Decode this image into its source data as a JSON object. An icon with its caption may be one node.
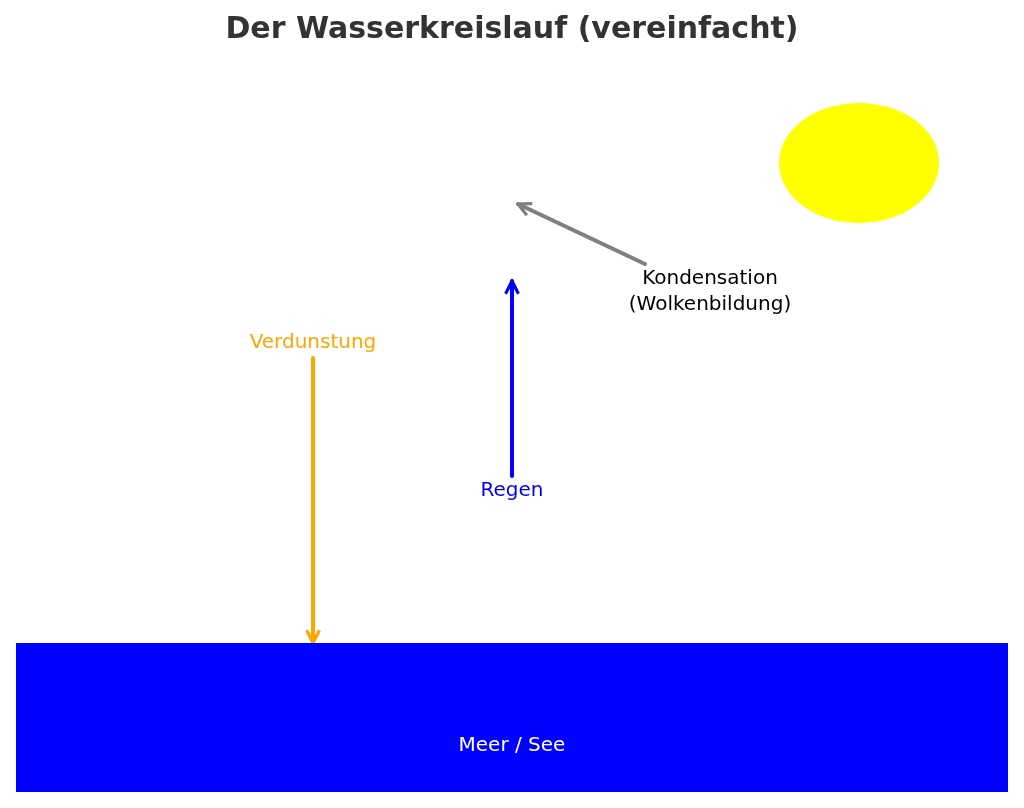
{
  "diagram": {
    "title": "Der Wasserkreislauf (vereinfacht)",
    "nodes": [
      {
        "text": [
          "Kondensation (Wolkenbildung)"
        ]
      },
      {
        "text": [
          "Verdunstung"
        ]
      },
      {
        "text": [
          "Regen"
        ]
      },
      {
        "text": [
          "Meer / See"
        ]
      }
    ],
    "edges": [
      {
        "from": 0,
        "to": null,
        "arrow": "to",
        "color": "#808080"
      },
      {
        "from": 1,
        "to": 3,
        "arrow": "to",
        "color": "#ffa500"
      },
      {
        "from": 2,
        "to": null,
        "arrow": "to",
        "color": "#0000ff"
      }
    ]
  }
}
